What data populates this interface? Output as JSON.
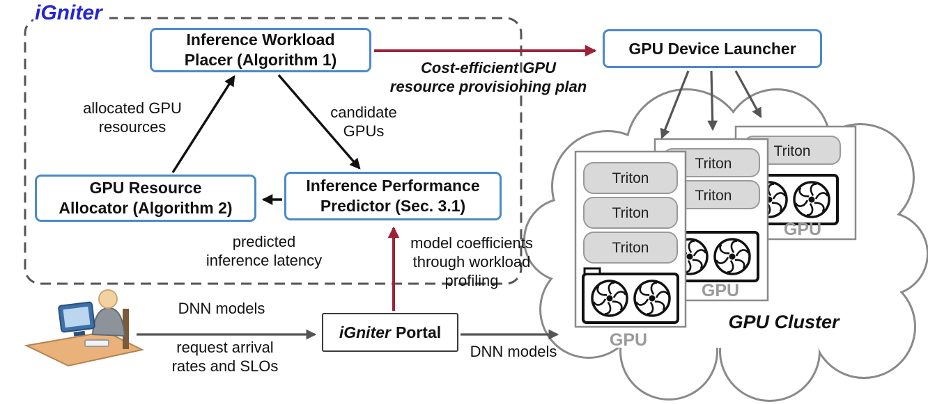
{
  "title": "iGniter",
  "modules": {
    "placer": {
      "lines": [
        "Inference Workload",
        "Placer (Algorithm 1)"
      ]
    },
    "launcher": {
      "label": "GPU Device Launcher"
    },
    "allocator": {
      "lines": [
        "GPU Resource",
        "Allocator (Algorithm 2)"
      ]
    },
    "predictor": {
      "lines": [
        "Inference Performance",
        "Predictor (Sec. 3.1)"
      ]
    },
    "portal": {
      "name": "iGniter",
      "suffix": "Portal"
    }
  },
  "edge_labels": {
    "provisioning_plan": [
      "Cost-efficient GPU",
      "resource provisioning plan"
    ],
    "allocated_resources": [
      "allocated GPU",
      "resources"
    ],
    "candidate_gpus": [
      "candidate",
      "GPUs"
    ],
    "predicted_latency": [
      "predicted",
      "inference latency"
    ],
    "model_coefficients": [
      "model coefficients",
      "through workload",
      "profiling"
    ],
    "dnn_models_in": "DNN models",
    "request_rates": [
      "request arrival",
      "rates and SLOs"
    ],
    "dnn_models_out": "DNN models"
  },
  "cluster": {
    "label": "GPU Cluster",
    "gpu_label": "GPU",
    "triton_label": "Triton"
  },
  "colors": {
    "box_border_blue": "#4a89c8",
    "title_blue": "#2525d0",
    "arrow_red": "#9e2138",
    "arrow_gray": "#555555",
    "gpu_label_gray": "#9a9a9a"
  }
}
